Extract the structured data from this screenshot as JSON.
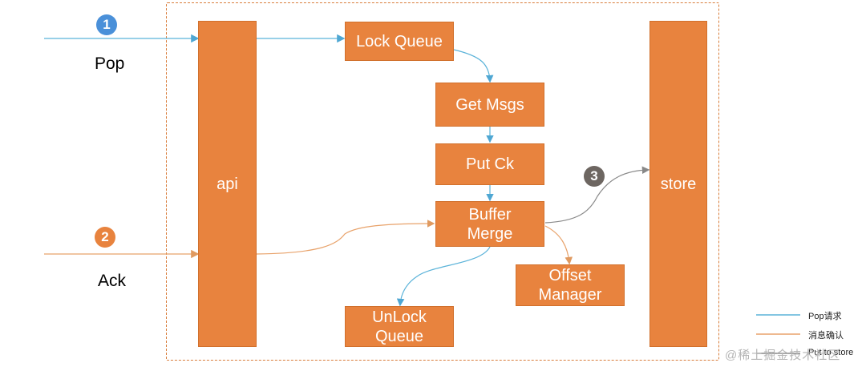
{
  "diagram": {
    "nodes": {
      "api": "api",
      "lock_queue": "Lock Queue",
      "get_msgs": "Get Msgs",
      "put_ck": "Put Ck",
      "buffer_merge": "Buffer\nMerge",
      "unlock_queue": "UnLock\nQueue",
      "offset_manager": "Offset\nManager",
      "store": "store"
    },
    "inputs": {
      "pop": "Pop",
      "ack": "Ack"
    },
    "badges": [
      "1",
      "2",
      "3"
    ],
    "legend": [
      {
        "label": "Pop请求",
        "color": "#5bb3d9"
      },
      {
        "label": "消息确认",
        "color": "#e8a26a"
      },
      {
        "label": "Put to store",
        "color": "#7a7a7a"
      }
    ],
    "watermark": "@稀土掘金技术社区",
    "colors": {
      "box": "#e8833e",
      "frame": "#d97c3a",
      "badge_1": "#4a90d9",
      "badge_2": "#e8833e",
      "badge_3": "#6d6661"
    }
  }
}
